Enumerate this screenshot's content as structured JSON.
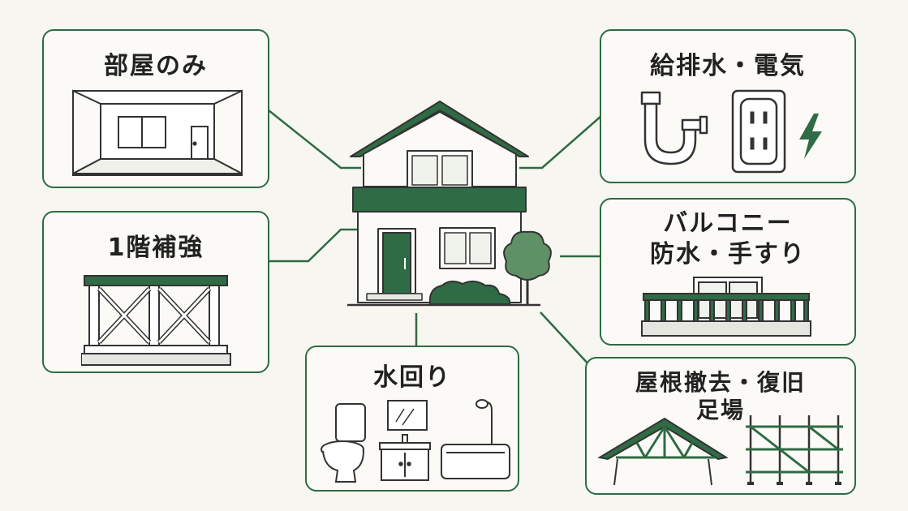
{
  "items": [
    {
      "key": "room",
      "title": "部屋のみ"
    },
    {
      "key": "plumbing",
      "title": "給排水・電気"
    },
    {
      "key": "first_floor",
      "title": "1階補強"
    },
    {
      "key": "balcony",
      "title_line1": "バルコニー",
      "title_line2": "防水・手すり"
    },
    {
      "key": "wet_area",
      "title": "水回り"
    },
    {
      "key": "roof",
      "title_line1": "屋根撤去・復旧",
      "title_line2": "足場"
    }
  ],
  "colors": {
    "accent": "#2f6b45",
    "line": "#333333",
    "background": "#f7f6f0"
  },
  "icons": [
    "room-interior-icon",
    "drain-pipe-icon",
    "power-outlet-icon",
    "lightning-icon",
    "frame-brace-icon",
    "balcony-railing-icon",
    "toilet-icon",
    "vanity-icon",
    "bathtub-icon",
    "roof-truss-icon",
    "scaffolding-icon",
    "house-icon",
    "tree-icon",
    "shrub-icon"
  ]
}
